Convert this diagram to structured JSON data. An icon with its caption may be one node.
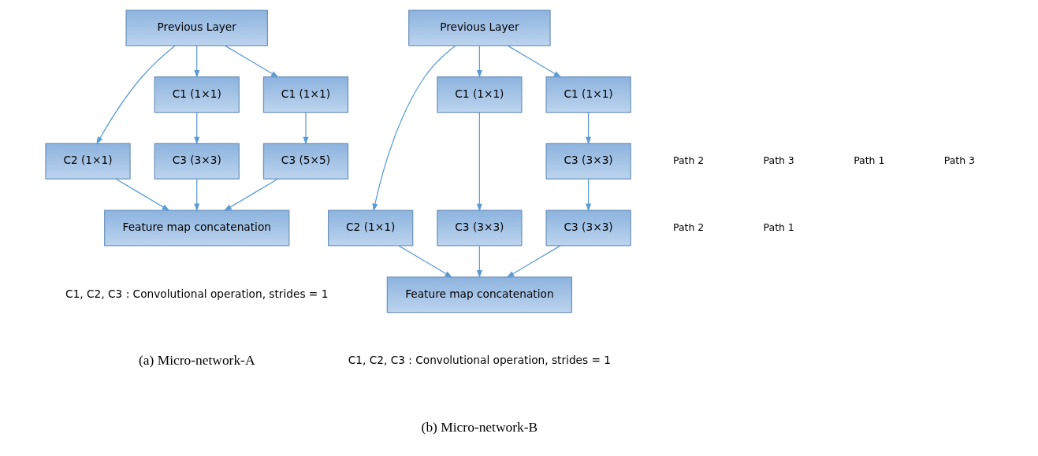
{
  "diagram": {
    "nodes": [
      {
        "text": [
          "Previous Layer"
        ]
      },
      {
        "text": [
          "C2 (1×1)"
        ]
      },
      {
        "text": [
          "C1 (1×1)"
        ]
      },
      {
        "text": [
          "C3 (3×3)"
        ]
      },
      {
        "text": [
          "C1 (1×1)"
        ]
      },
      {
        "text": [
          "C3 (5×5)"
        ]
      },
      {
        "text": [
          "Feature map concatenation"
        ]
      },
      {
        "text": [
          "Previous Layer"
        ]
      },
      {
        "text": [
          "C2 (1×1)"
        ]
      },
      {
        "text": [
          "C1 (1×1)"
        ]
      },
      {
        "text": [
          "C3 (3×3)"
        ]
      },
      {
        "text": [
          "C1 (1×1)"
        ]
      },
      {
        "text": [
          "C3 (3×3)"
        ]
      },
      {
        "text": [
          "C3 (3×3)"
        ]
      },
      {
        "text": [
          "Feature map concatenation"
        ]
      }
    ],
    "edges": [
      {
        "from": 0,
        "to": 1,
        "arrow": "to"
      },
      {
        "from": 0,
        "to": 2,
        "arrow": "to"
      },
      {
        "from": 0,
        "to": 4,
        "arrow": "to"
      },
      {
        "from": 2,
        "to": 3,
        "arrow": "to"
      },
      {
        "from": 4,
        "to": 5,
        "arrow": "to"
      },
      {
        "from": 1,
        "to": 6,
        "arrow": "to"
      },
      {
        "from": 3,
        "to": 6,
        "arrow": "to"
      },
      {
        "from": 5,
        "to": 6,
        "arrow": "to"
      },
      {
        "from": 7,
        "to": 8,
        "arrow": "to"
      },
      {
        "from": 7,
        "to": 9,
        "arrow": "to"
      },
      {
        "from": 7,
        "to": 11,
        "arrow": "to"
      },
      {
        "from": 9,
        "to": 10,
        "arrow": "to"
      },
      {
        "from": 11,
        "to": 12,
        "arrow": "to"
      },
      {
        "from": 12,
        "to": 13,
        "arrow": "to"
      },
      {
        "from": 8,
        "to": 14,
        "arrow": "to"
      },
      {
        "from": 10,
        "to": 14,
        "arrow": "to"
      },
      {
        "from": 13,
        "to": 14,
        "arrow": "to"
      }
    ],
    "labels": [
      "Path 2",
      "Path 3",
      "Path 1",
      "C1, C2, C3 : Convolutional operation, strides = 1",
      "(a) Micro-network-A",
      "Path 2",
      "Path 3",
      "Path 1",
      "C1, C2, C3 : Convolutional operation, strides = 1",
      "(b) Micro-network-B"
    ]
  }
}
